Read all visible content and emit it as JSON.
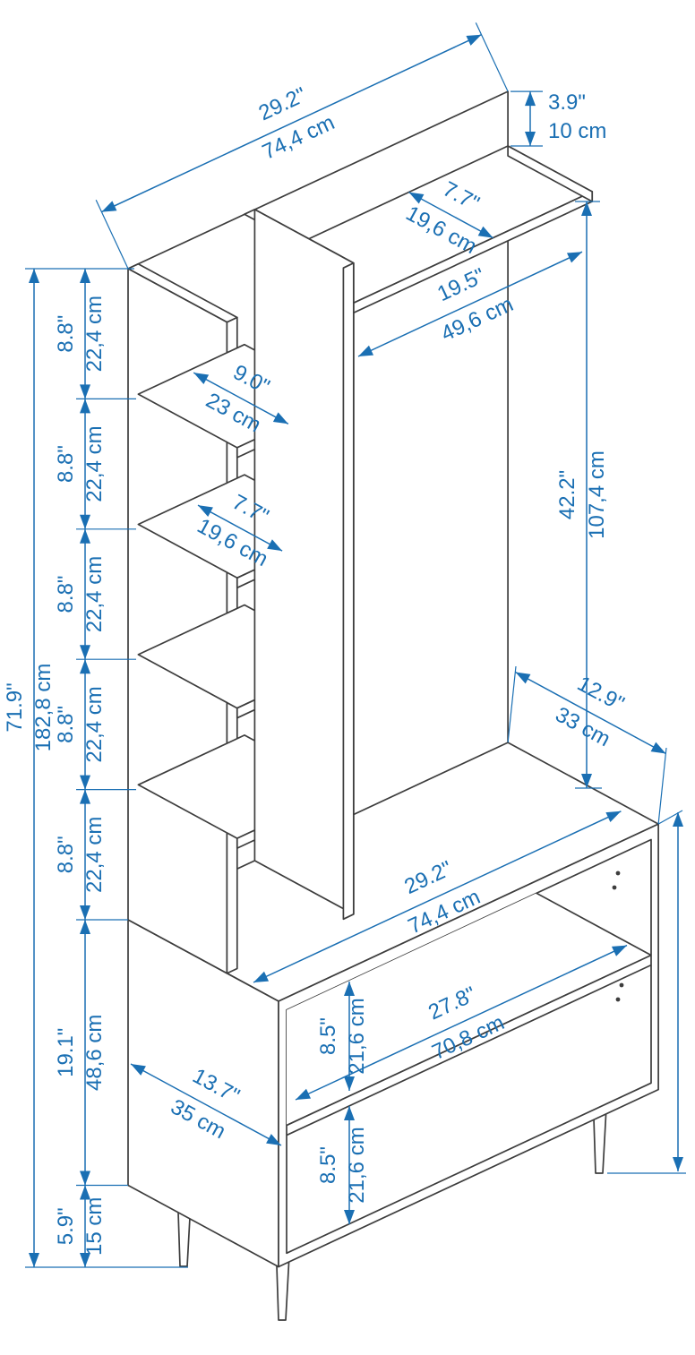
{
  "colors": {
    "line": "#3d3d3d",
    "dimension": "#1a6fb3"
  },
  "dimensions": {
    "top_width": {
      "in": "29.2\"",
      "cm": "74,4 cm"
    },
    "back_panel_height": {
      "in": "3.9\"",
      "cm": "10 cm"
    },
    "canopy_depth": {
      "in": "7.7\"",
      "cm": "19,6 cm"
    },
    "hanging_width": {
      "in": "19.5\"",
      "cm": "49,6 cm"
    },
    "hanging_height": {
      "in": "42.2\"",
      "cm": "107,4 cm"
    },
    "shelf_gap": {
      "in": "8.8\"",
      "cm": "22,4 cm"
    },
    "shelf1_depth": {
      "in": "9.0\"",
      "cm": "23 cm"
    },
    "shelf2_depth": {
      "in": "7.7\"",
      "cm": "19,6 cm"
    },
    "total_height": {
      "in": "71.9\"",
      "cm": "182,8 cm"
    },
    "top_depth": {
      "in": "12.9\"",
      "cm": "33 cm"
    },
    "base_width": {
      "in": "29.2\"",
      "cm": "74,4 cm"
    },
    "inner_width": {
      "in": "27.8\"",
      "cm": "70,8 cm"
    },
    "compartment_height": {
      "in": "8.5\"",
      "cm": "21,6 cm"
    },
    "base_depth": {
      "in": "13.7\"",
      "cm": "35 cm"
    },
    "base_height": {
      "in": "19.1\"",
      "cm": "48,6 cm"
    },
    "leg_height": {
      "in": "5.9\"",
      "cm": "15 cm"
    }
  }
}
